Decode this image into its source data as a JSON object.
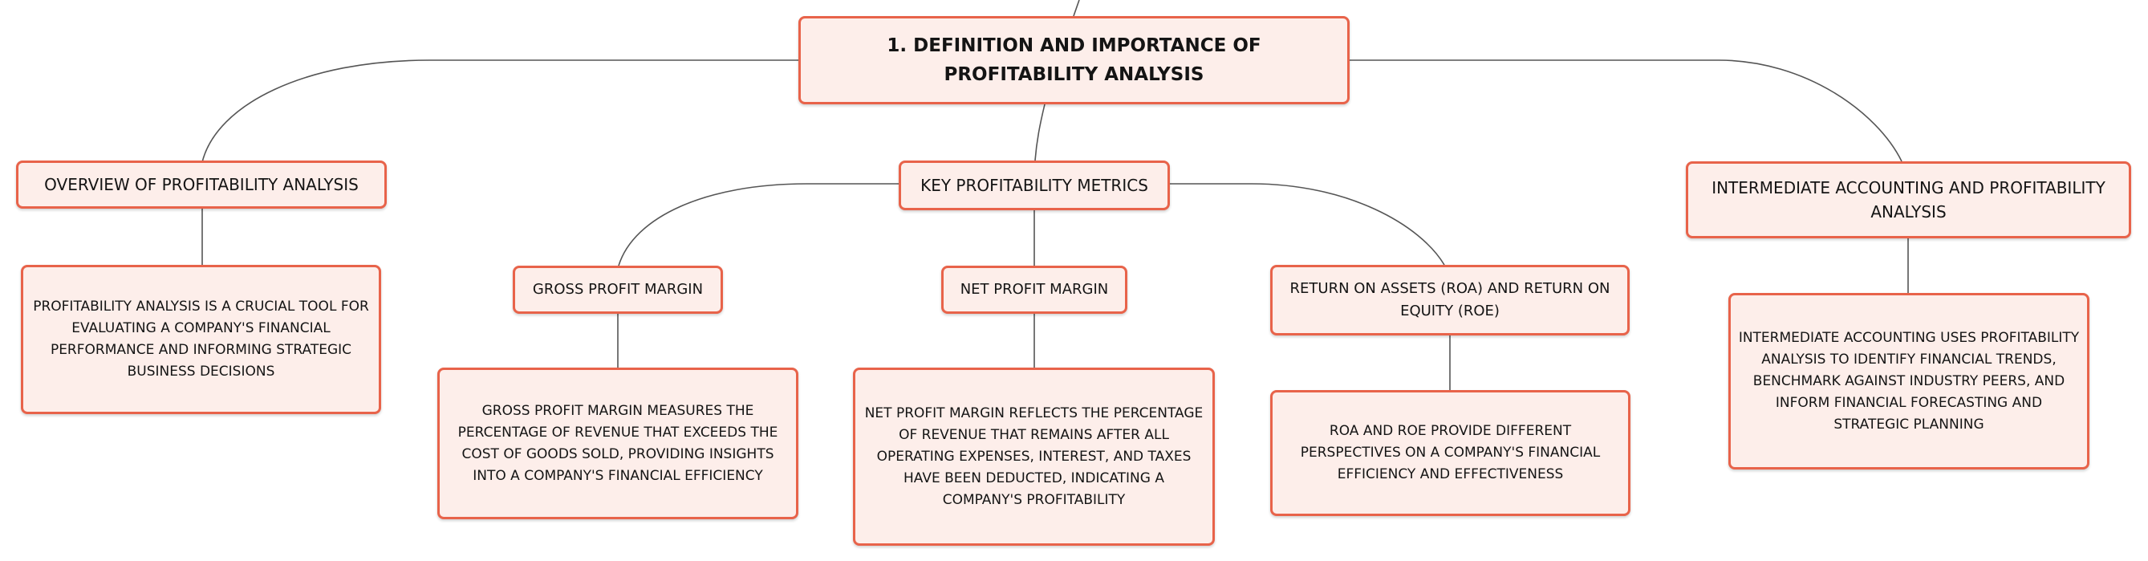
{
  "colors": {
    "node_border": "#e8634a",
    "node_fill": "#fdeeea",
    "link": "#555555"
  },
  "root": {
    "title": "1. DEFINITION AND IMPORTANCE OF PROFITABILITY ANALYSIS"
  },
  "overview": {
    "title": "OVERVIEW OF PROFITABILITY ANALYSIS",
    "detail": "PROFITABILITY ANALYSIS IS A CRUCIAL TOOL FOR EVALUATING A COMPANY'S FINANCIAL PERFORMANCE AND INFORMING STRATEGIC BUSINESS DECISIONS"
  },
  "metrics": {
    "title": "KEY PROFITABILITY METRICS",
    "gross": {
      "title": "GROSS PROFIT MARGIN",
      "detail": "GROSS PROFIT MARGIN MEASURES THE PERCENTAGE OF REVENUE THAT EXCEEDS THE COST OF GOODS SOLD, PROVIDING INSIGHTS INTO A COMPANY'S FINANCIAL EFFICIENCY"
    },
    "net": {
      "title": "NET PROFIT MARGIN",
      "detail": "NET PROFIT MARGIN REFLECTS THE PERCENTAGE OF REVENUE THAT REMAINS AFTER ALL OPERATING EXPENSES, INTEREST, AND TAXES HAVE BEEN DEDUCTED, INDICATING A COMPANY'S PROFITABILITY"
    },
    "roa": {
      "title": "RETURN ON ASSETS (ROA) AND RETURN ON EQUITY (ROE)",
      "detail": "ROA AND ROE PROVIDE DIFFERENT PERSPECTIVES ON A COMPANY'S FINANCIAL EFFICIENCY AND EFFECTIVENESS"
    }
  },
  "intermediate": {
    "title": "INTERMEDIATE ACCOUNTING AND PROFITABILITY ANALYSIS",
    "detail": "INTERMEDIATE ACCOUNTING USES PROFITABILITY ANALYSIS TO IDENTIFY FINANCIAL TRENDS, BENCHMARK AGAINST INDUSTRY PEERS, AND INFORM FINANCIAL FORECASTING AND STRATEGIC PLANNING"
  }
}
